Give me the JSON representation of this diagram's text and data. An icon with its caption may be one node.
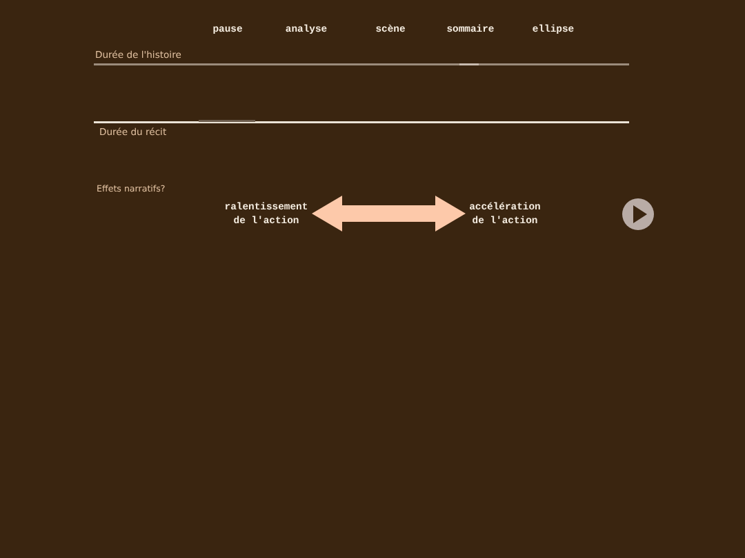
{
  "diagram": {
    "nodes": [
      {
        "text": [
          "ralentissement de l'action"
        ]
      },
      {
        "text": [
          "accélération de l'action"
        ]
      }
    ],
    "edges": [
      {
        "from": 0,
        "to": 1,
        "arrow": "both"
      }
    ],
    "labels": [
      "pause",
      "analyse",
      "scène",
      "sommaire",
      "ellipse",
      "Durée de l'histoire",
      "Durée du récit",
      "Effets narratifs?"
    ]
  }
}
